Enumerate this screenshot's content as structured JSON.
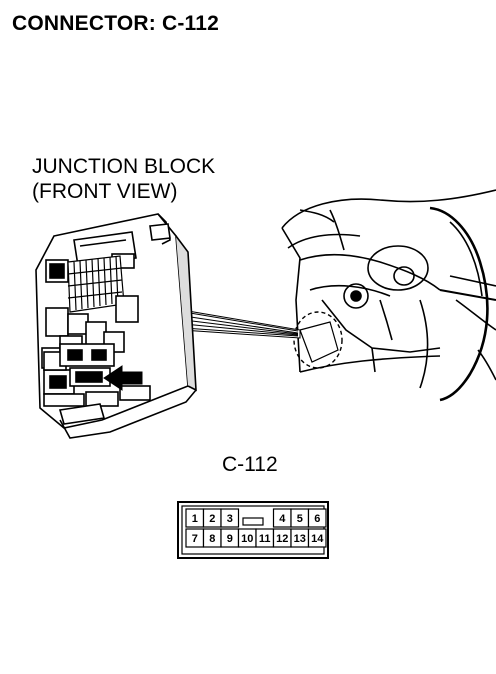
{
  "header": {
    "title": "CONNECTOR: C-112"
  },
  "junction_block": {
    "line1": "JUNCTION BLOCK",
    "line2": "(FRONT VIEW)"
  },
  "connector": {
    "label": "C-112",
    "top_row": [
      "1",
      "2",
      "3",
      "4",
      "5",
      "6"
    ],
    "bottom_row": [
      "7",
      "8",
      "9",
      "10",
      "11",
      "12",
      "13",
      "14"
    ]
  },
  "icons": [
    "junction-block-illustration",
    "dashboard-illustration",
    "pointer-arrow-icon",
    "location-beam"
  ]
}
